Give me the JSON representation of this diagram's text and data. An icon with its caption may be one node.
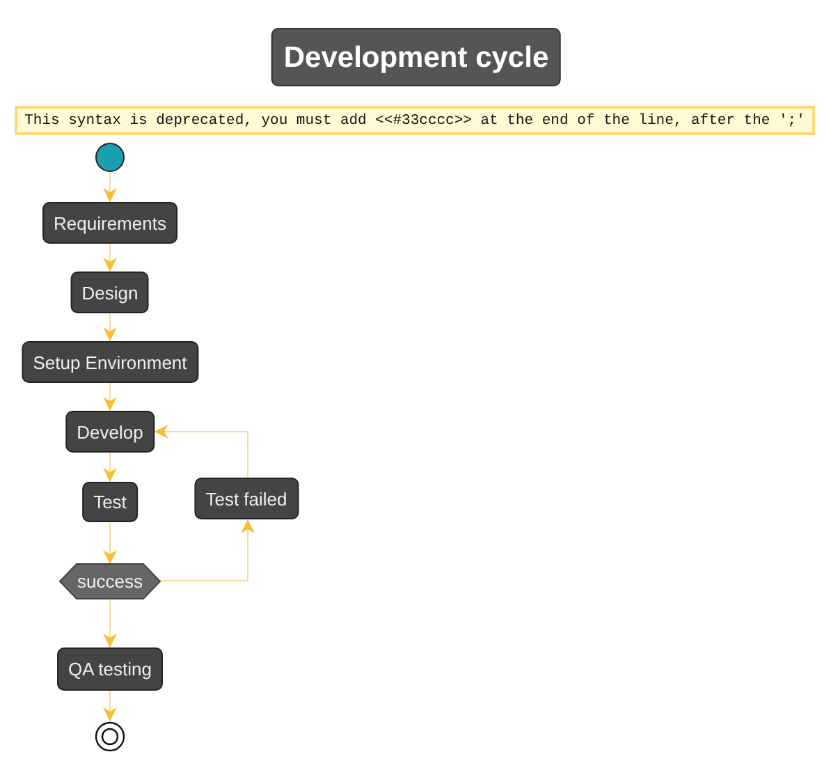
{
  "diagram": {
    "title": "Development cycle",
    "nodes": [
      {
        "text": [
          "This syntax is deprecated, you must add <<#33cccc>> at the end of the line, after the ';'"
        ]
      },
      {
        "text": [],
        "shape": "circle"
      },
      {
        "text": [
          "Requirements"
        ]
      },
      {
        "text": [
          "Design"
        ]
      },
      {
        "text": [
          "Setup Environment"
        ]
      },
      {
        "text": [
          "Develop"
        ]
      },
      {
        "text": [
          "Test"
        ]
      },
      {
        "text": [
          "Test failed"
        ]
      },
      {
        "text": [
          "success"
        ]
      },
      {
        "text": [
          "QA testing"
        ]
      },
      {
        "text": [],
        "shape": "circle"
      }
    ],
    "edges": [
      {
        "from": 1,
        "to": 2,
        "arrow": "to"
      },
      {
        "from": 2,
        "to": 3,
        "arrow": "to"
      },
      {
        "from": 3,
        "to": 4,
        "arrow": "to"
      },
      {
        "from": 4,
        "to": 5,
        "arrow": "to"
      },
      {
        "from": 5,
        "to": 6,
        "arrow": "to"
      },
      {
        "from": 6,
        "to": 8,
        "arrow": "to"
      },
      {
        "from": 8,
        "to": 7,
        "arrow": "to"
      },
      {
        "from": 7,
        "to": 5,
        "arrow": "to"
      },
      {
        "from": 8,
        "to": 9,
        "arrow": "to"
      },
      {
        "from": 9,
        "to": 10,
        "arrow": "to"
      }
    ]
  }
}
